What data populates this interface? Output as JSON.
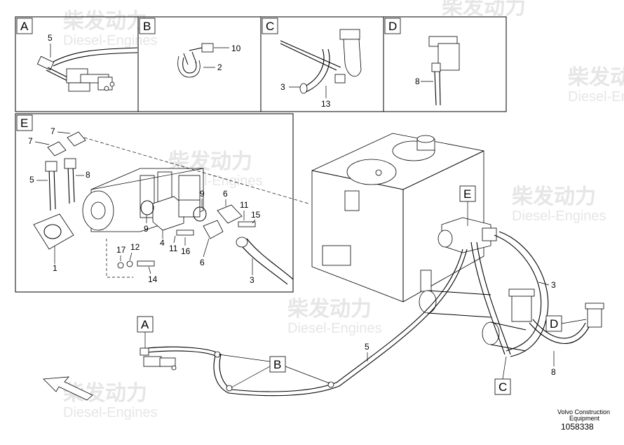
{
  "panels": {
    "A": {
      "letter": "A",
      "callouts": [
        "5"
      ]
    },
    "B": {
      "letter": "B",
      "callouts": [
        "10",
        "2"
      ]
    },
    "C": {
      "letter": "C",
      "callouts": [
        "3",
        "13"
      ]
    },
    "D": {
      "letter": "D",
      "callouts": [
        "8"
      ]
    },
    "E": {
      "letter": "E",
      "callouts": [
        "7",
        "7",
        "5",
        "8",
        "1",
        "9",
        "9",
        "4",
        "11",
        "16",
        "6",
        "11",
        "15",
        "6",
        "3",
        "17",
        "12",
        "14"
      ]
    }
  },
  "main_callouts": {
    "view_labels": [
      "E",
      "A",
      "B",
      "C",
      "D"
    ],
    "part_numbers": [
      "3",
      "5",
      "8"
    ]
  },
  "watermark": {
    "brand": "柴发动力",
    "sub": "Diesel-Engines"
  },
  "footer": {
    "line1": "Volvo Construction",
    "line2": "Equipment",
    "code": "1058338"
  },
  "icons": {
    "direction_arrow": "arrow-up-left-icon"
  }
}
